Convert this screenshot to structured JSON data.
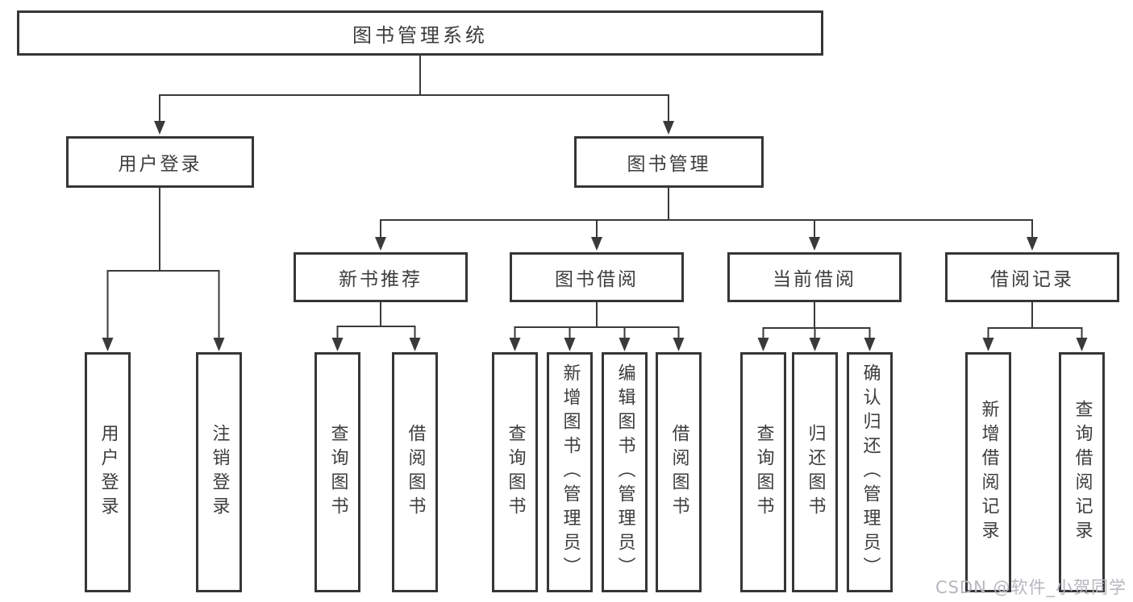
{
  "diagram": {
    "root": {
      "label": "图书管理系统"
    },
    "branches": [
      {
        "label": "用户登录",
        "children": [
          {
            "label": "用户登录"
          },
          {
            "label": "注销登录"
          }
        ]
      },
      {
        "label": "图书管理",
        "children": [
          {
            "label": "新书推荐",
            "children": [
              {
                "label": "查询图书"
              },
              {
                "label": "借阅图书"
              }
            ]
          },
          {
            "label": "图书借阅",
            "children": [
              {
                "label": "查询图书"
              },
              {
                "label": "新增图书（管理员）"
              },
              {
                "label": "编辑图书（管理员）"
              },
              {
                "label": "借阅图书"
              }
            ]
          },
          {
            "label": "当前借阅",
            "children": [
              {
                "label": "查询图书"
              },
              {
                "label": "归还图书"
              },
              {
                "label": "确认归还（管理员）"
              }
            ]
          },
          {
            "label": "借阅记录",
            "children": [
              {
                "label": "新增借阅记录"
              },
              {
                "label": "查询借阅记录"
              }
            ]
          }
        ]
      }
    ]
  },
  "watermark": {
    "text": "CSDN @软件_小贺同学"
  },
  "colors": {
    "line": "#3a3a3a",
    "border": "#363636",
    "text": "#3d3d3d",
    "background": "#ffffff",
    "watermark": "#b6b6be"
  }
}
